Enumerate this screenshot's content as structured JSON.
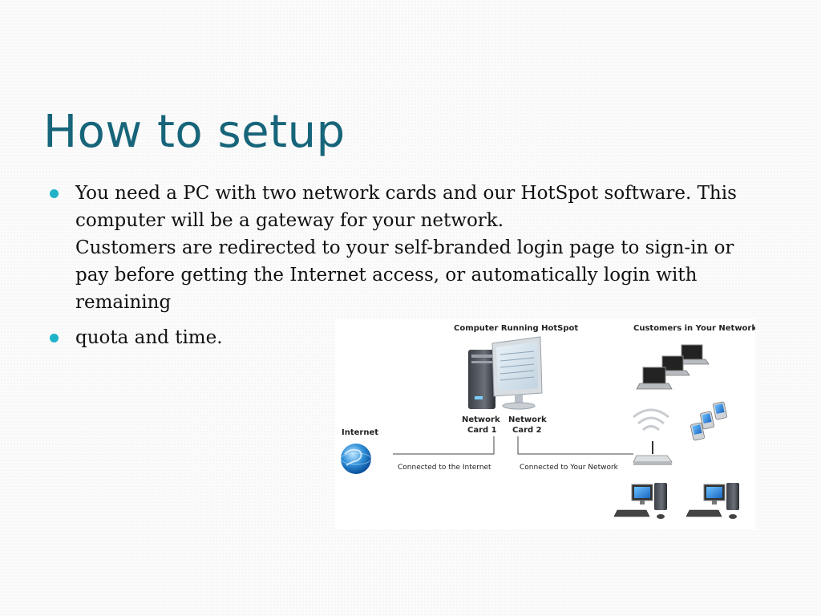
{
  "slide": {
    "title": "How to setup",
    "bullets": [
      {
        "lines": [
          "You need a PC with two network cards and our HotSpot software. This",
          "computer will be a gateway for your network.",
          "Customers are redirected to your self-branded login page to sign-in or",
          "pay before getting the Internet access, or automatically login with",
          "remaining"
        ]
      },
      {
        "lines": [
          "quota and time."
        ]
      }
    ]
  },
  "diagram": {
    "computer_label": "Computer Running HotSpot",
    "customers_label": "Customers in Your Network",
    "internet_label": "Internet",
    "card1_line1": "Network",
    "card1_line2": "Card 1",
    "card2_line1": "Network",
    "card2_line2": "Card 2",
    "connected_internet": "Connected to the Internet",
    "connected_network": "Connected to Your Network"
  },
  "colors": {
    "title": "#17657a",
    "bullet": "#1fb3c7",
    "text": "#111111"
  }
}
